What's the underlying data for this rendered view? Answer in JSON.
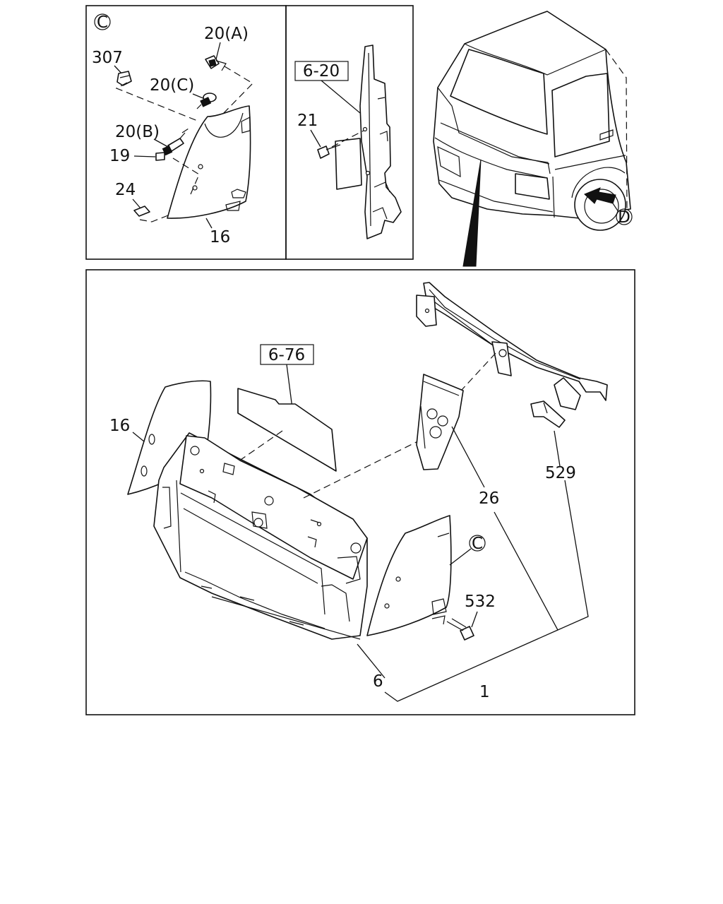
{
  "callouts": {
    "detail_c": {
      "marker": "C",
      "p307": "307",
      "p20a": "20(A)",
      "p20c": "20(C)",
      "p20b": "20(B)",
      "p19": "19",
      "p24": "24",
      "p16": "16"
    },
    "detail_bracket": {
      "ref_box": "6-20",
      "p21": "21"
    },
    "truck_view": {
      "marker": "D"
    },
    "main": {
      "ref_box": "6-76",
      "p16": "16",
      "p26": "26",
      "p529": "529",
      "marker_c": "C",
      "p532": "532",
      "p6": "6",
      "p1": "1"
    }
  }
}
